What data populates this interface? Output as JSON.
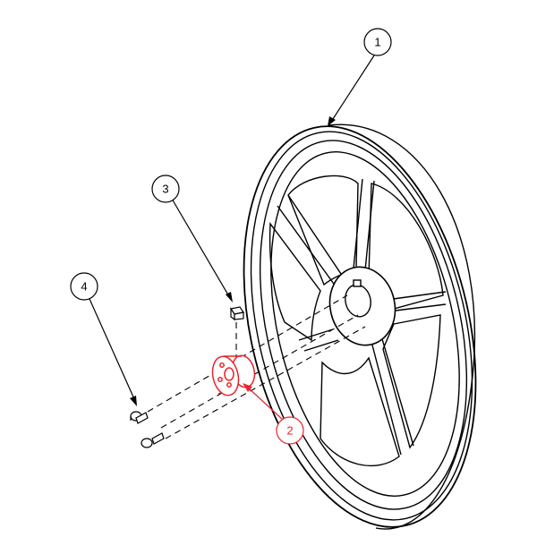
{
  "diagram": {
    "callouts": [
      {
        "label": "1",
        "part": "wheel",
        "highlighted": false
      },
      {
        "label": "2",
        "part": "hub",
        "highlighted": true
      },
      {
        "label": "3",
        "part": "key",
        "highlighted": false
      },
      {
        "label": "4",
        "part": "screws",
        "highlighted": false
      }
    ]
  },
  "colors": {
    "line": "#000000",
    "highlight": "#e8242a",
    "background": "#ffffff"
  }
}
